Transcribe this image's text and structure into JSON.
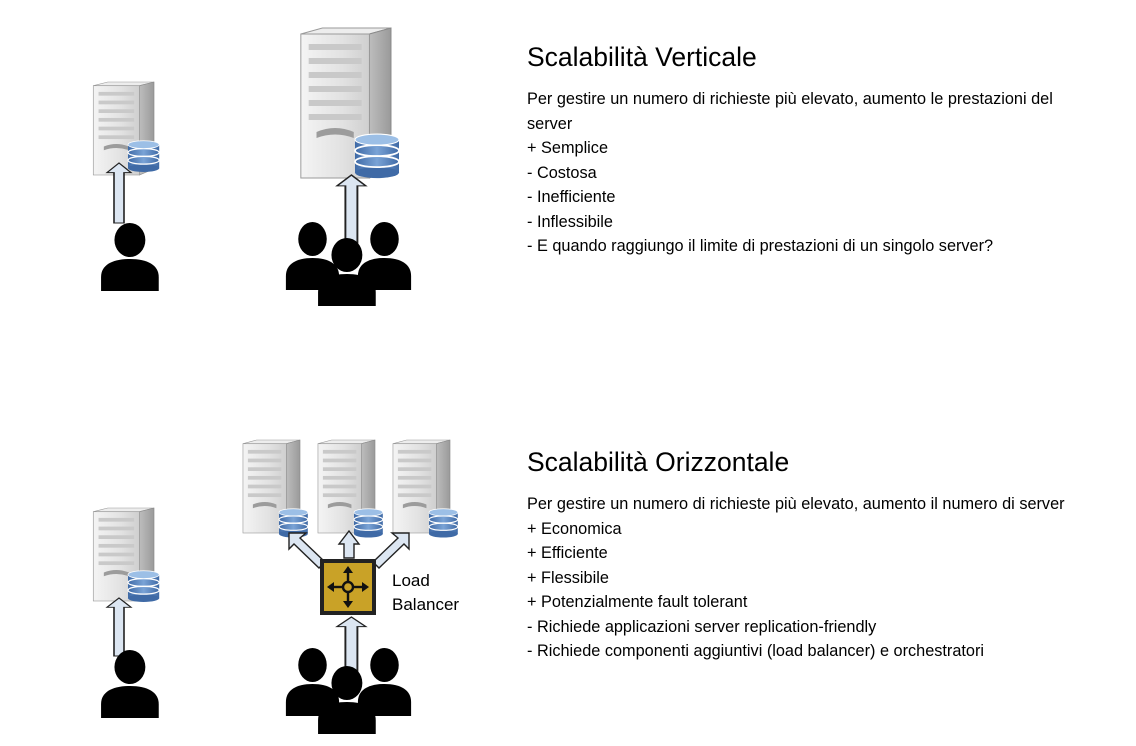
{
  "vertical": {
    "title": "Scalabilità Verticale",
    "intro": "Per gestire un numero di richieste più elevato, aumento le prestazioni del server",
    "points": [
      "+ Semplice",
      "- Costosa",
      "- Inefficiente",
      "- Inflessibile",
      "- E quando raggiungo il limite di prestazioni di un singolo server?"
    ]
  },
  "horizontal": {
    "title": "Scalabilità Orizzontale",
    "intro": "Per gestire un numero di richieste più elevato, aumento il numero di server",
    "points": [
      "+ Economica",
      "+ Efficiente",
      "+ Flessibile",
      "+ Potenzialmente fault tolerant",
      "- Richiede applicazioni server replication-friendly",
      "- Richiede componenti aggiuntivi (load balancer) e orchestratori"
    ]
  },
  "load_balancer": {
    "label_line1": "Load",
    "label_line2": "Balancer",
    "color": "#c9a227"
  },
  "colors": {
    "arrow_fill": "#dce6f2",
    "arrow_stroke": "#222222",
    "db_blue": "#4a78b5",
    "server_gray": "#d9d9d9"
  }
}
